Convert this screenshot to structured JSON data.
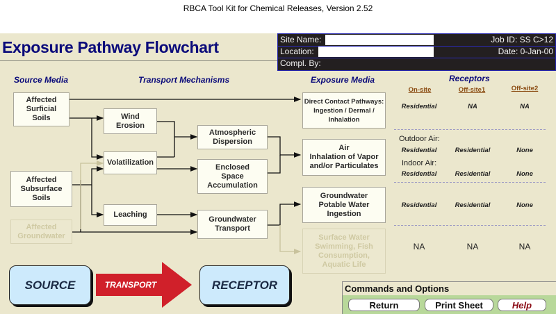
{
  "app_title": "RBCA Tool Kit for Chemical Releases, Version 2.52",
  "page_title": "Exposure Pathway Flowchart",
  "info_panel": {
    "site_name_label": "Site Name:",
    "site_name_value": "",
    "location_label": "Location:",
    "location_value": "",
    "compl_by_label": "Compl. By:",
    "job_id": "Job ID:  SS C>12",
    "date": "Date:  0-Jan-00"
  },
  "headers": {
    "source_media": "Source Media",
    "transport_mechanisms": "Transport Mechanisms",
    "exposure_media": "Exposure Media",
    "receptors": "Receptors"
  },
  "source_media": [
    {
      "label": "Affected\nSurficial\nSoils",
      "active": true
    },
    {
      "label": "Affected\nSubsurface\nSoils",
      "active": true
    },
    {
      "label": "Affected\nGroundwater",
      "active": false
    }
  ],
  "transport": [
    {
      "label": "Wind\nErosion"
    },
    {
      "label": "Volatilization"
    },
    {
      "label": "Leaching"
    },
    {
      "label": "Atmospheric\nDispersion"
    },
    {
      "label": "Enclosed\nSpace\nAccumulation"
    },
    {
      "label": "Groundwater\nTransport"
    }
  ],
  "exposure_media": [
    {
      "label": "Direct Contact Pathways:\nIngestion / Dermal /\nInhalation",
      "active": true
    },
    {
      "label": "Air\nInhalation of Vapor\nand/or Particulates",
      "active": true
    },
    {
      "label": "Groundwater\nPotable Water\nIngestion",
      "active": true
    },
    {
      "label": "Surface Water\nSwimming, Fish\nConsumption,\nAquatic Life",
      "active": false
    }
  ],
  "receptors": {
    "columns": [
      "On-site",
      "Off-site1",
      "Off-site2"
    ],
    "direct_contact": [
      "Residential",
      "NA",
      "NA"
    ],
    "outdoor_air_label": "Outdoor Air:",
    "outdoor_air": [
      "Residential",
      "Residential",
      "None"
    ],
    "indoor_air_label": "Indoor Air:",
    "indoor_air": [
      "Residential",
      "Residential",
      "None"
    ],
    "groundwater": [
      "Residential",
      "Residential",
      "None"
    ],
    "surface_water": [
      "NA",
      "NA",
      "NA"
    ]
  },
  "legend": {
    "source": "SOURCE",
    "transport": "TRANSPORT",
    "receptor": "RECEPTOR"
  },
  "commands": {
    "title": "Commands and Options",
    "return_label": "Return",
    "print_label": "Print Sheet",
    "help_label": "Help"
  },
  "colors": {
    "title_blue": "#0a0a7a",
    "background": "#ebe7cd",
    "arrow_red": "#d0202a",
    "help_red": "#8a0a14",
    "receptor_col_brown": "#8a4a10"
  }
}
